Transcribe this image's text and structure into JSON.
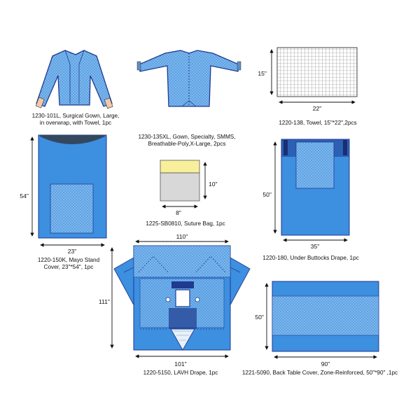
{
  "colors": {
    "drape_blue": "#3d8fe0",
    "dotted_blue": "#7ab8ee",
    "dark_navy": "#1f3a8f",
    "yellow": "#f7ef9a",
    "gray": "#d8d8d8"
  },
  "items": {
    "gown": {
      "caption1": "1230-101L, Surgical Gown, Large,",
      "caption2": "in overwrap, with Towel, 1pc"
    },
    "gown_xl": {
      "caption1": "1230-135XL, Gown, Specialty, SMMS,",
      "caption2": "Breathable-Poly,X-Large, 2pcs"
    },
    "towel": {
      "caption": "1220-138, Towel, 15\"*22\",2pcs",
      "dim_height": "15\"",
      "dim_width": "22\""
    },
    "mayo": {
      "caption1": "1220-150K, Mayo Stand",
      "caption2": "Cover, 23\"*54\", 1pc",
      "dim_height": "54\"",
      "dim_width": "23\""
    },
    "suture_bag": {
      "caption": "1225-SB0810, Suture Bag, 1pc",
      "dim_height": "10\"",
      "dim_width": "8\""
    },
    "buttocks": {
      "caption": "1220-180, Under Buttocks Drape, 1pc",
      "dim_height": "50\"",
      "dim_width": "35\""
    },
    "lavh": {
      "caption": "1220-5150, LAVH Drape, 1pc",
      "dim_top": "110\"",
      "dim_height": "111\"",
      "dim_bottom": "101\""
    },
    "back_table": {
      "caption": "1221-5090, Back Table Cover, Zone-Reinforced, 50\"*90\" ,1pc",
      "dim_height": "50\"",
      "dim_width": "90\""
    }
  }
}
